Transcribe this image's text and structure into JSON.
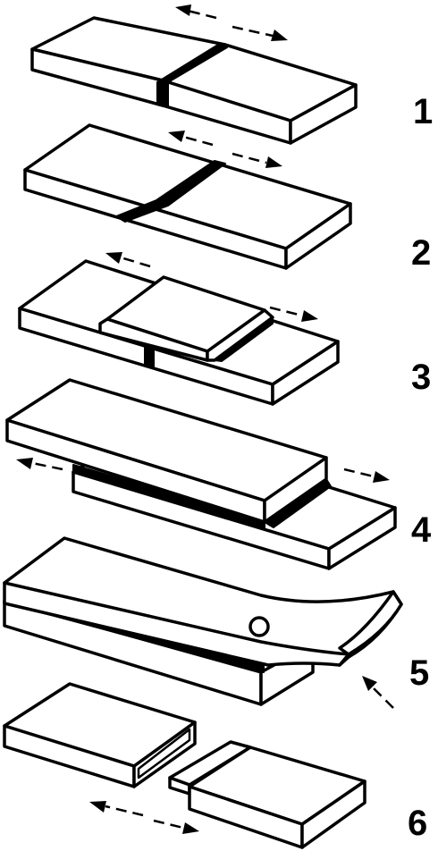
{
  "figure": {
    "labels": [
      "1",
      "2",
      "3",
      "4",
      "5",
      "6"
    ]
  },
  "colors": {
    "line": "#000000",
    "background": "#ffffff"
  },
  "icons": {
    "arrows": "dashed-direction-arrow",
    "hole": "circle-hole-icon"
  }
}
